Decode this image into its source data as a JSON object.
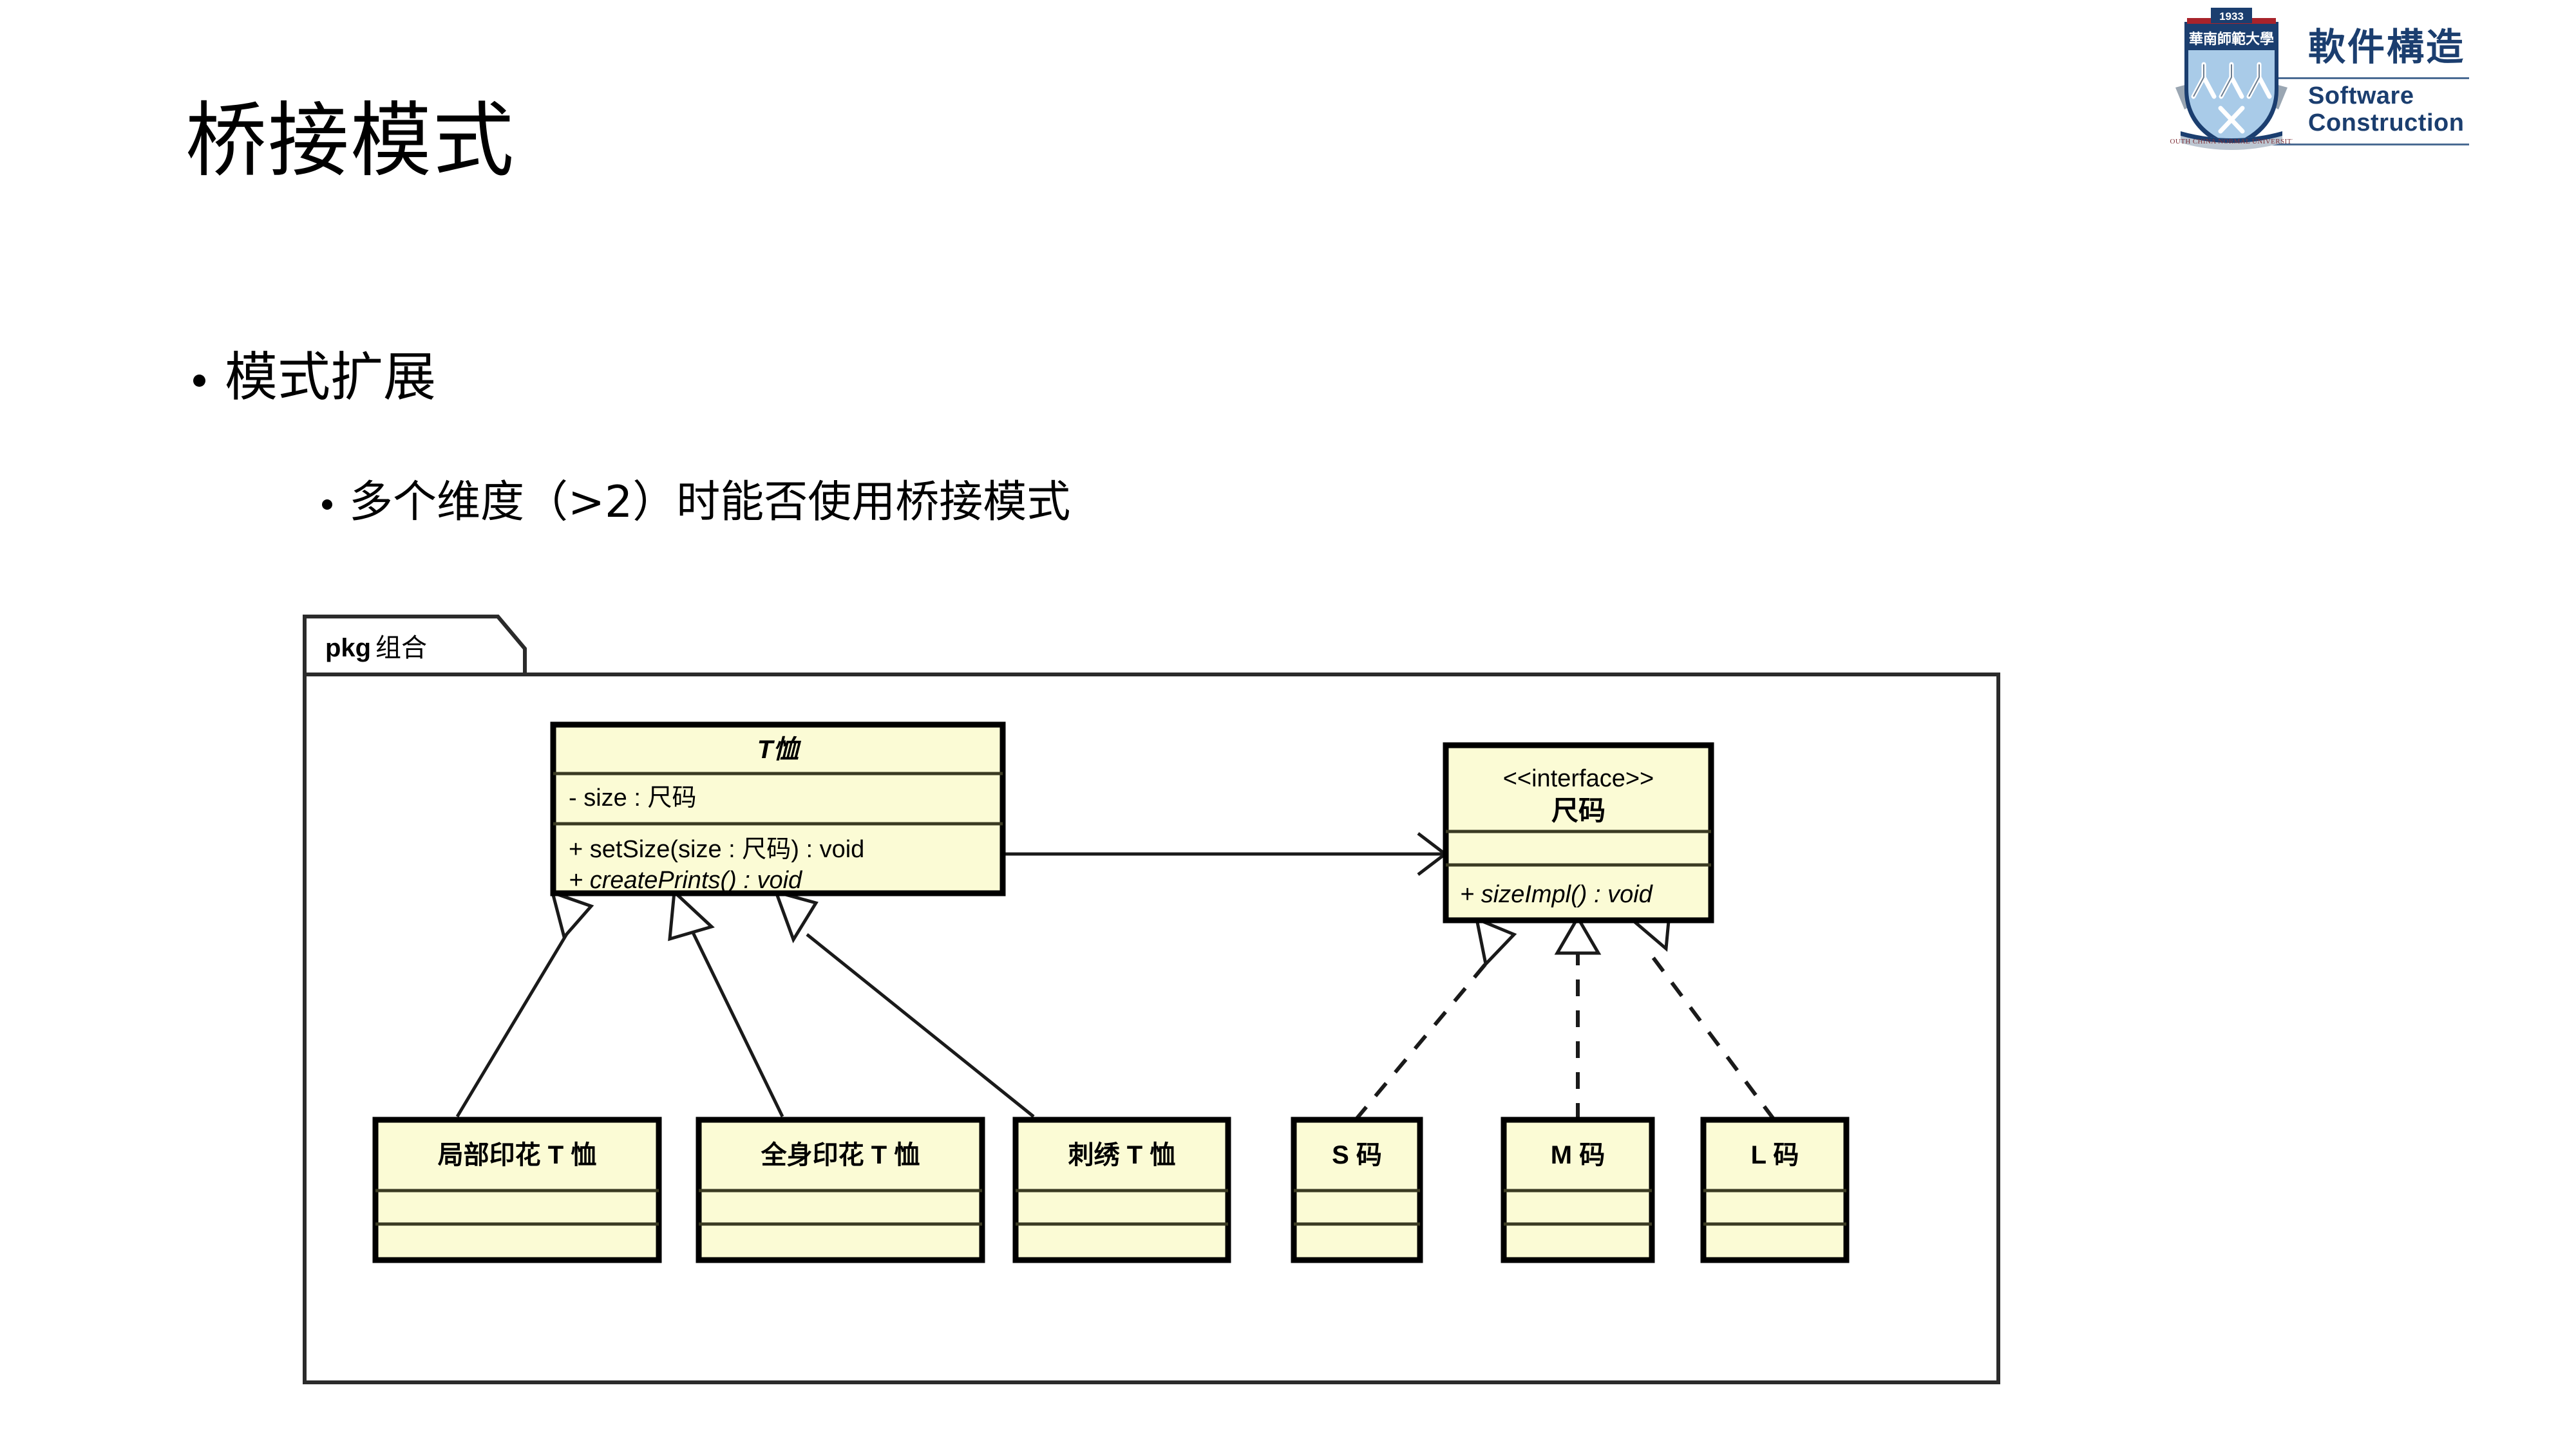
{
  "slide": {
    "title": "桥接模式",
    "bullets": [
      {
        "level": 1,
        "text": "模式扩展"
      },
      {
        "level": 2,
        "text": "多个维度（>2）时能否使用桥接模式"
      }
    ]
  },
  "logo": {
    "crest_year": "1933",
    "crest_cn": "華南師範大學",
    "crest_ribbon": "SOUTH CHINA NORMAL UNIVERSITY",
    "course_cn": "軟件構造",
    "course_en": "Software Construction",
    "brand_color": "#1b3e6f",
    "crest_light": "#a9cbe8",
    "crest_red": "#a8232b"
  },
  "diagram": {
    "package_label_bold": "pkg",
    "package_label_normal": "组合",
    "box_fill": "#fbfbd5",
    "box_stroke": "#000000",
    "abstraction": {
      "name": "T恤",
      "attributes": [
        "- size : 尺码"
      ],
      "operations": [
        "+ setSize(size : 尺码) : void",
        "+ createPrints() : void"
      ]
    },
    "interface": {
      "stereotype": "<<interface>>",
      "name": "尺码",
      "attributes": [],
      "operations": [
        "+ sizeImpl() : void"
      ]
    },
    "refined_abstractions": [
      "局部印花 T 恤",
      "全身印花 T 恤",
      "刺绣 T 恤"
    ],
    "concrete_implementors": [
      "S 码",
      "M 码",
      "L 码"
    ],
    "relations": [
      {
        "type": "association",
        "from": "T恤",
        "to": "尺码",
        "style": "solid",
        "arrow": "open"
      },
      {
        "type": "generalization",
        "from": "局部印花 T 恤",
        "to": "T恤",
        "style": "solid",
        "arrow": "hollow-triangle"
      },
      {
        "type": "generalization",
        "from": "全身印花 T 恤",
        "to": "T恤",
        "style": "solid",
        "arrow": "hollow-triangle"
      },
      {
        "type": "generalization",
        "from": "刺绣 T 恤",
        "to": "T恤",
        "style": "solid",
        "arrow": "hollow-triangle"
      },
      {
        "type": "realization",
        "from": "S 码",
        "to": "尺码",
        "style": "dashed",
        "arrow": "hollow-triangle"
      },
      {
        "type": "realization",
        "from": "M 码",
        "to": "尺码",
        "style": "dashed",
        "arrow": "hollow-triangle"
      },
      {
        "type": "realization",
        "from": "L 码",
        "to": "尺码",
        "style": "dashed",
        "arrow": "hollow-triangle"
      }
    ]
  }
}
